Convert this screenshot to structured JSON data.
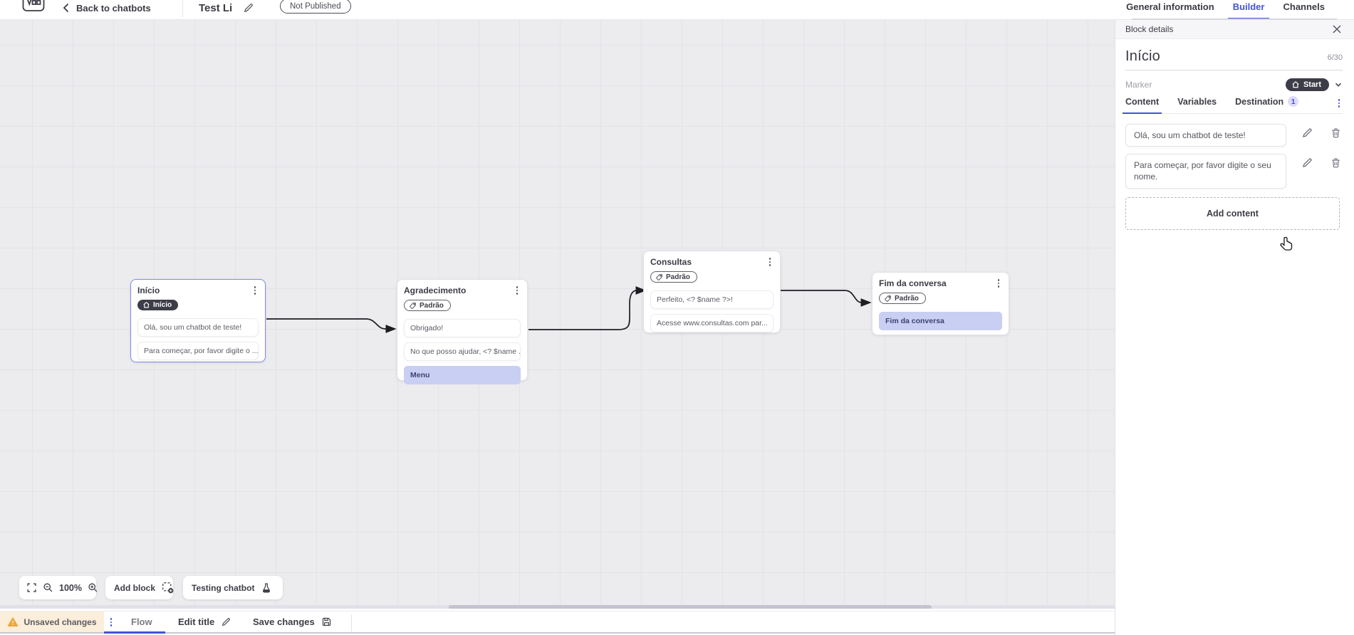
{
  "topbar": {
    "back_label": "Back to chatbots",
    "title": "Test Li",
    "status_badge": "Not Published",
    "tabs": [
      {
        "label": "General information",
        "active": false
      },
      {
        "label": "Builder",
        "active": true
      },
      {
        "label": "Channels",
        "active": false
      }
    ]
  },
  "panel": {
    "header": "Block details",
    "block_name": "Início",
    "char_count": "6/30",
    "marker_label": "Marker",
    "marker_value": "Start",
    "tabs": [
      {
        "label": "Content",
        "active": true
      },
      {
        "label": "Variables",
        "active": false
      },
      {
        "label": "Destination",
        "active": false,
        "badge": "1"
      }
    ],
    "contents": [
      "Olá, sou um chatbot de teste!",
      "Para começar, por favor digite o seu nome."
    ],
    "add_content_label": "Add content"
  },
  "canvas": {
    "nodes": [
      {
        "title": "Início",
        "badge": "Início",
        "selected": true,
        "items": [
          {
            "text": "Olá, sou um chatbot de teste!"
          },
          {
            "text": "Para começar, por favor digite o ..."
          }
        ]
      },
      {
        "title": "Agradecimento",
        "badge": "Padrão",
        "items": [
          {
            "text": "Obrigado!"
          },
          {
            "text": "No que posso ajudar, <? $name ..."
          },
          {
            "text": "Menu",
            "highlight": true
          }
        ]
      },
      {
        "title": "Consultas",
        "badge": "Padrão",
        "items": [
          {
            "text": "Perfeito, <? $name ?>!"
          },
          {
            "text": "Acesse www.consultas.com par..."
          }
        ]
      },
      {
        "title": "Fim da conversa",
        "badge": "Padrão",
        "items": [
          {
            "text": "Fim da conversa",
            "highlight": true
          }
        ]
      }
    ],
    "toolbar": {
      "zoom_level": "100%",
      "add_block_label": "Add block",
      "testing_label": "Testing chatbot"
    }
  },
  "bottombar": {
    "unsaved_label": "Unsaved changes",
    "flow_label": "Flow",
    "edit_title_label": "Edit title",
    "save_label": "Save changes"
  },
  "icons": {
    "kebab": "⋮",
    "close": "✕",
    "chevron_down": "⌄",
    "chevron_left": "‹"
  },
  "colors": {
    "accent": "#4353d6",
    "item_highlight": "#c9cff2",
    "dark_badge": "#3d3d49",
    "warning_bg": "#fbeeda",
    "canvas_bg": "#ecebee",
    "grid_line": "#e3e2e7"
  }
}
